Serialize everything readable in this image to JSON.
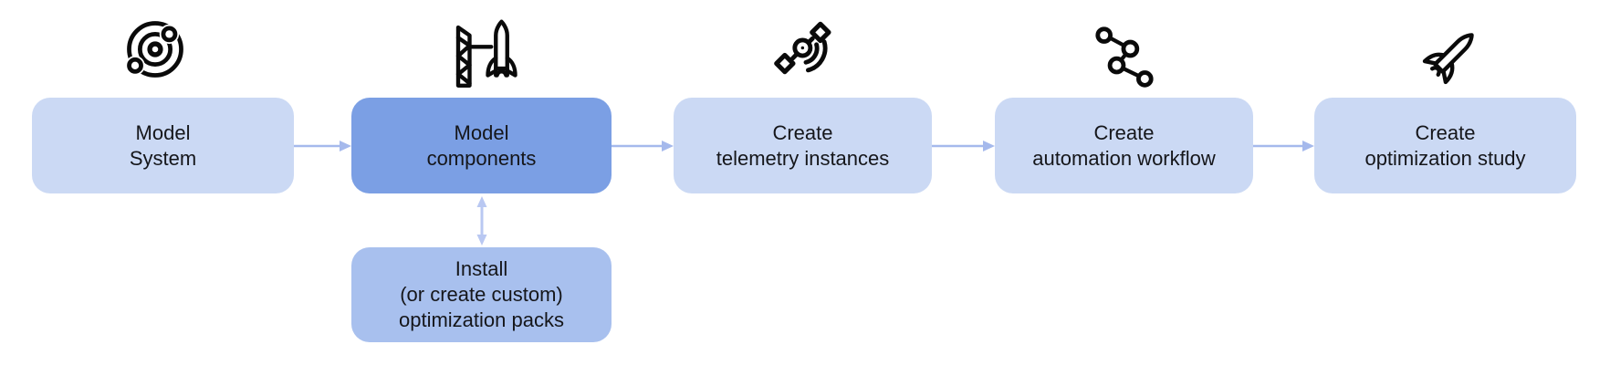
{
  "diagram": {
    "steps": [
      {
        "id": "model-system",
        "label": "Model\nSystem",
        "icon": "orbit-icon",
        "highlighted": false
      },
      {
        "id": "model-components",
        "label": "Model\ncomponents",
        "icon": "launchpad-icon",
        "highlighted": true
      },
      {
        "id": "create-telemetry-instances",
        "label": "Create\ntelemetry instances",
        "icon": "satellite-icon",
        "highlighted": false
      },
      {
        "id": "create-automation-workflow",
        "label": "Create\nautomation workflow",
        "icon": "workflow-nodes-icon",
        "highlighted": false
      },
      {
        "id": "create-optimization-study",
        "label": "Create\noptimization study",
        "icon": "rocket-icon",
        "highlighted": false
      }
    ],
    "sub_step": {
      "id": "install-optimization-packs",
      "label": "Install\n(or create custom)\noptimization packs",
      "connected_to": "model-components",
      "connector": "double-headed-arrow"
    },
    "flow": [
      "model-system -> model-components",
      "model-components -> create-telemetry-instances",
      "create-telemetry-instances -> create-automation-workflow",
      "create-automation-workflow -> create-optimization-study",
      "model-components <-> install-optimization-packs"
    ]
  },
  "colors": {
    "background": "#ffffff",
    "step_fill": "#cbd9f4",
    "active_step_fill": "#7b9fe4",
    "sub_step_fill": "#a8c0ee",
    "arrow": "#a5b9ec",
    "double_arrow": "#b9c8f2",
    "text": "#15161a",
    "icon": "#0a0a0a"
  }
}
